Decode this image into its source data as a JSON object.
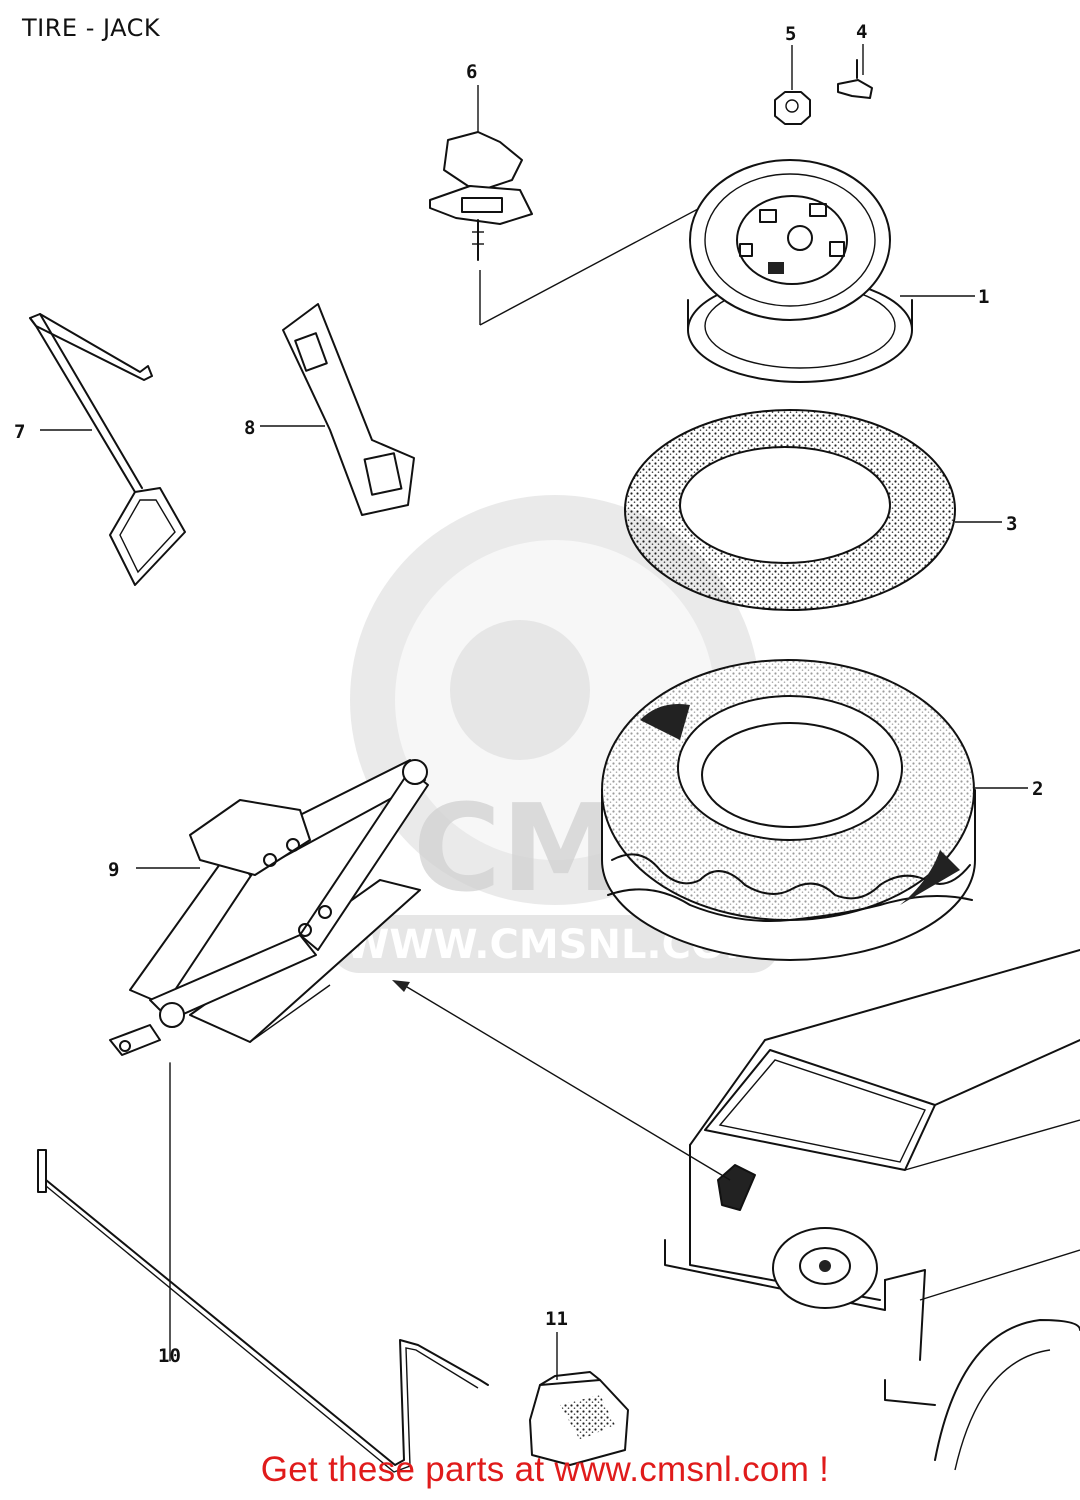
{
  "page": {
    "title": "TIRE - JACK"
  },
  "callouts": {
    "c1": "1",
    "c2": "2",
    "c3": "3",
    "c4": "4",
    "c5": "5",
    "c6": "6",
    "c7": "7",
    "c8": "8",
    "c9": "9",
    "c10": "10",
    "c11": "11"
  },
  "watermark": {
    "brand": "CMS",
    "url": "WWW.CMSNL.COM"
  },
  "footer": {
    "link_text": "Get these parts at www.cmsnl.com !"
  },
  "colors": {
    "footer_text": "#e01b1b",
    "line_art": "#111111",
    "watermark": "#d9d9d9"
  }
}
